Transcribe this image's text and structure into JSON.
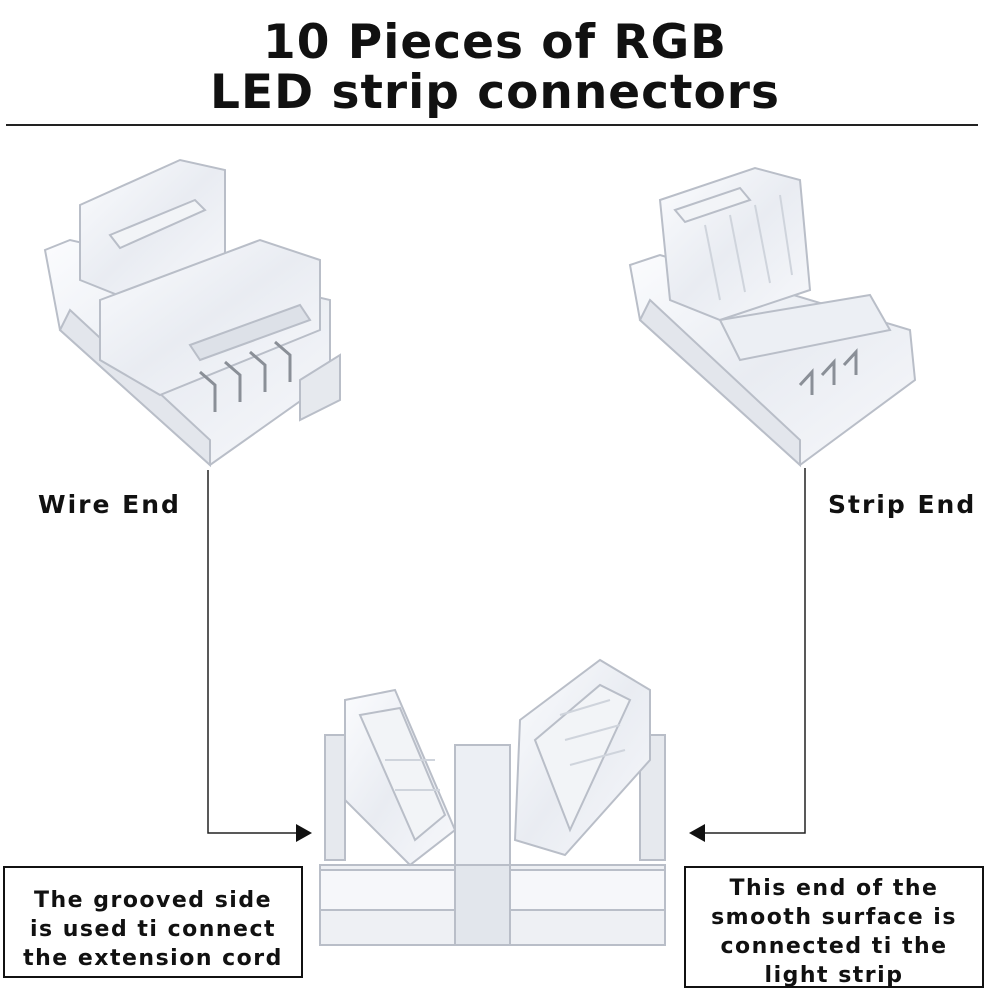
{
  "title": {
    "line1": "10 Pieces of RGB",
    "line2": "LED strip connectors"
  },
  "labels": {
    "wire_end": "Wire End",
    "strip_end": "Strip End"
  },
  "notes": {
    "left": [
      "The grooved side",
      "is used ti connect",
      "the extension cord"
    ],
    "right": [
      "This end of the",
      "smooth surface is",
      "connected ti the",
      "light strip"
    ]
  },
  "colors": {
    "text": "#111111",
    "connector_body": "#eef0f4",
    "connector_edge": "#b9bec8",
    "pin": "#8a8f97"
  },
  "icons": [
    "connector-wire-end-image",
    "connector-strip-end-image",
    "connector-joined-image",
    "arrow-right-icon",
    "arrow-left-icon"
  ]
}
